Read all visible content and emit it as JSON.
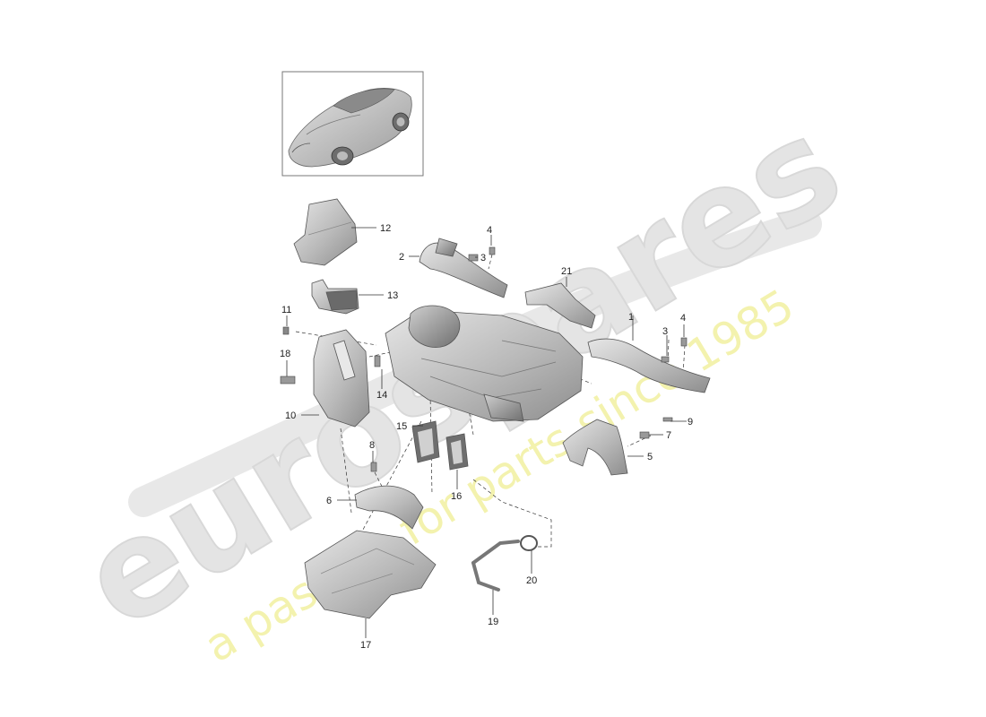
{
  "watermark": {
    "brand": "eurospares",
    "tagline": "a passion for parts since 1985",
    "brand_color": "#dcdcdc",
    "tagline_color": "#f3f1a6"
  },
  "thumbnail": {
    "subject": "car-image"
  },
  "callouts": [
    {
      "id": "c1",
      "label": "1"
    },
    {
      "id": "c2",
      "label": "2"
    },
    {
      "id": "c3a",
      "label": "3"
    },
    {
      "id": "c3b",
      "label": "3"
    },
    {
      "id": "c4a",
      "label": "4"
    },
    {
      "id": "c4b",
      "label": "4"
    },
    {
      "id": "c5",
      "label": "5"
    },
    {
      "id": "c6",
      "label": "6"
    },
    {
      "id": "c7",
      "label": "7"
    },
    {
      "id": "c8",
      "label": "8"
    },
    {
      "id": "c9",
      "label": "9"
    },
    {
      "id": "c10",
      "label": "10"
    },
    {
      "id": "c11",
      "label": "11"
    },
    {
      "id": "c12",
      "label": "12"
    },
    {
      "id": "c13",
      "label": "13"
    },
    {
      "id": "c14",
      "label": "14"
    },
    {
      "id": "c15",
      "label": "15"
    },
    {
      "id": "c16",
      "label": "16"
    },
    {
      "id": "c17",
      "label": "17"
    },
    {
      "id": "c18",
      "label": "18"
    },
    {
      "id": "c19",
      "label": "19"
    },
    {
      "id": "c20",
      "label": "20"
    },
    {
      "id": "c21",
      "label": "21"
    }
  ]
}
